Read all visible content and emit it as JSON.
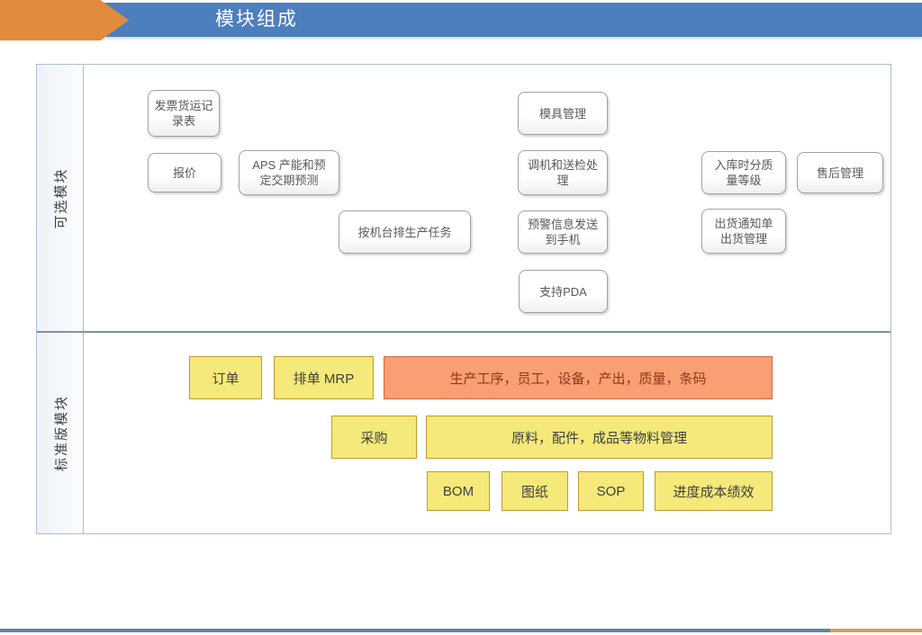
{
  "header": {
    "title": "模块组成"
  },
  "sections": {
    "optional": {
      "label": "可选模块",
      "boxes": [
        {
          "label": "发票货运记\n录表"
        },
        {
          "label": "报价"
        },
        {
          "label": "APS 产能和预\n定交期预测"
        },
        {
          "label": "按机台排生产任务"
        },
        {
          "label": "模具管理"
        },
        {
          "label": "调机和送检处\n理"
        },
        {
          "label": "预警信息发送\n到手机"
        },
        {
          "label": "支持PDA"
        },
        {
          "label": "入库时分质\n量等级"
        },
        {
          "label": "售后管理"
        },
        {
          "label": "出货通知单\n出货管理"
        }
      ]
    },
    "standard": {
      "label": "标准版模块",
      "boxes": [
        {
          "label": "订单",
          "type": "yellow"
        },
        {
          "label": "排单 MRP",
          "type": "yellow"
        },
        {
          "label": "生产工序，员工，设备，产出，质量，条码",
          "type": "orange"
        },
        {
          "label": "采购",
          "type": "yellow"
        },
        {
          "label": "原料，配件，成品等物料管理",
          "type": "yellow"
        },
        {
          "label": "BOM",
          "type": "yellow"
        },
        {
          "label": "图纸",
          "type": "yellow"
        },
        {
          "label": "SOP",
          "type": "yellow"
        },
        {
          "label": "进度成本绩效",
          "type": "yellow"
        }
      ]
    }
  },
  "colors": {
    "header_blue": "#4D7EBE",
    "arrow_orange": "#E18B3D",
    "board_border": "#AEBFC9",
    "divider": "#7E93A3",
    "optional_box_border": "#9FA2A5",
    "yellow_fill": "#F5E97A",
    "yellow_border": "#C3992E",
    "orange_fill": "#FA9E73",
    "orange_border": "#D4683F",
    "footer_blue": "#5C83AE",
    "footer_orange": "#DC9A4E"
  }
}
